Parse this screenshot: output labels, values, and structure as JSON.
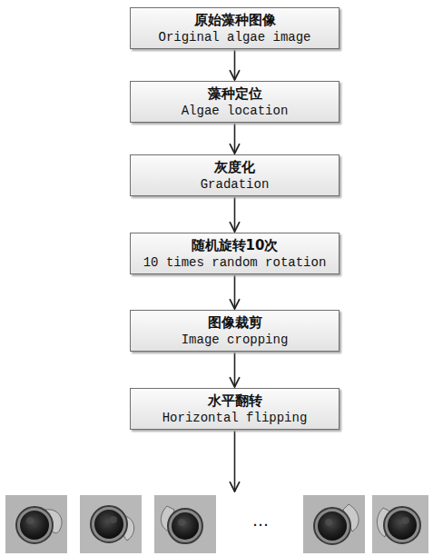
{
  "diagram": {
    "nodes": [
      {
        "text": [
          "原始藻种图像",
          "Original algae image"
        ]
      },
      {
        "text": [
          "藻种定位",
          "Algae location"
        ]
      },
      {
        "text": [
          "灰度化",
          "Gradation"
        ]
      },
      {
        "text": [
          "随机旋转10次",
          "10 times random rotation"
        ]
      },
      {
        "text": [
          "图像裁剪",
          "Image cropping"
        ]
      },
      {
        "text": [
          "水平翻转",
          "Horizontal flipping"
        ]
      }
    ],
    "edges": [
      {
        "from": 0,
        "to": 1,
        "arrow": "to"
      },
      {
        "from": 1,
        "to": 2,
        "arrow": "to"
      },
      {
        "from": 2,
        "to": 3,
        "arrow": "to"
      },
      {
        "from": 3,
        "to": 4,
        "arrow": "to"
      },
      {
        "from": 4,
        "to": 5,
        "arrow": "to"
      }
    ],
    "labels": [
      "…"
    ]
  }
}
